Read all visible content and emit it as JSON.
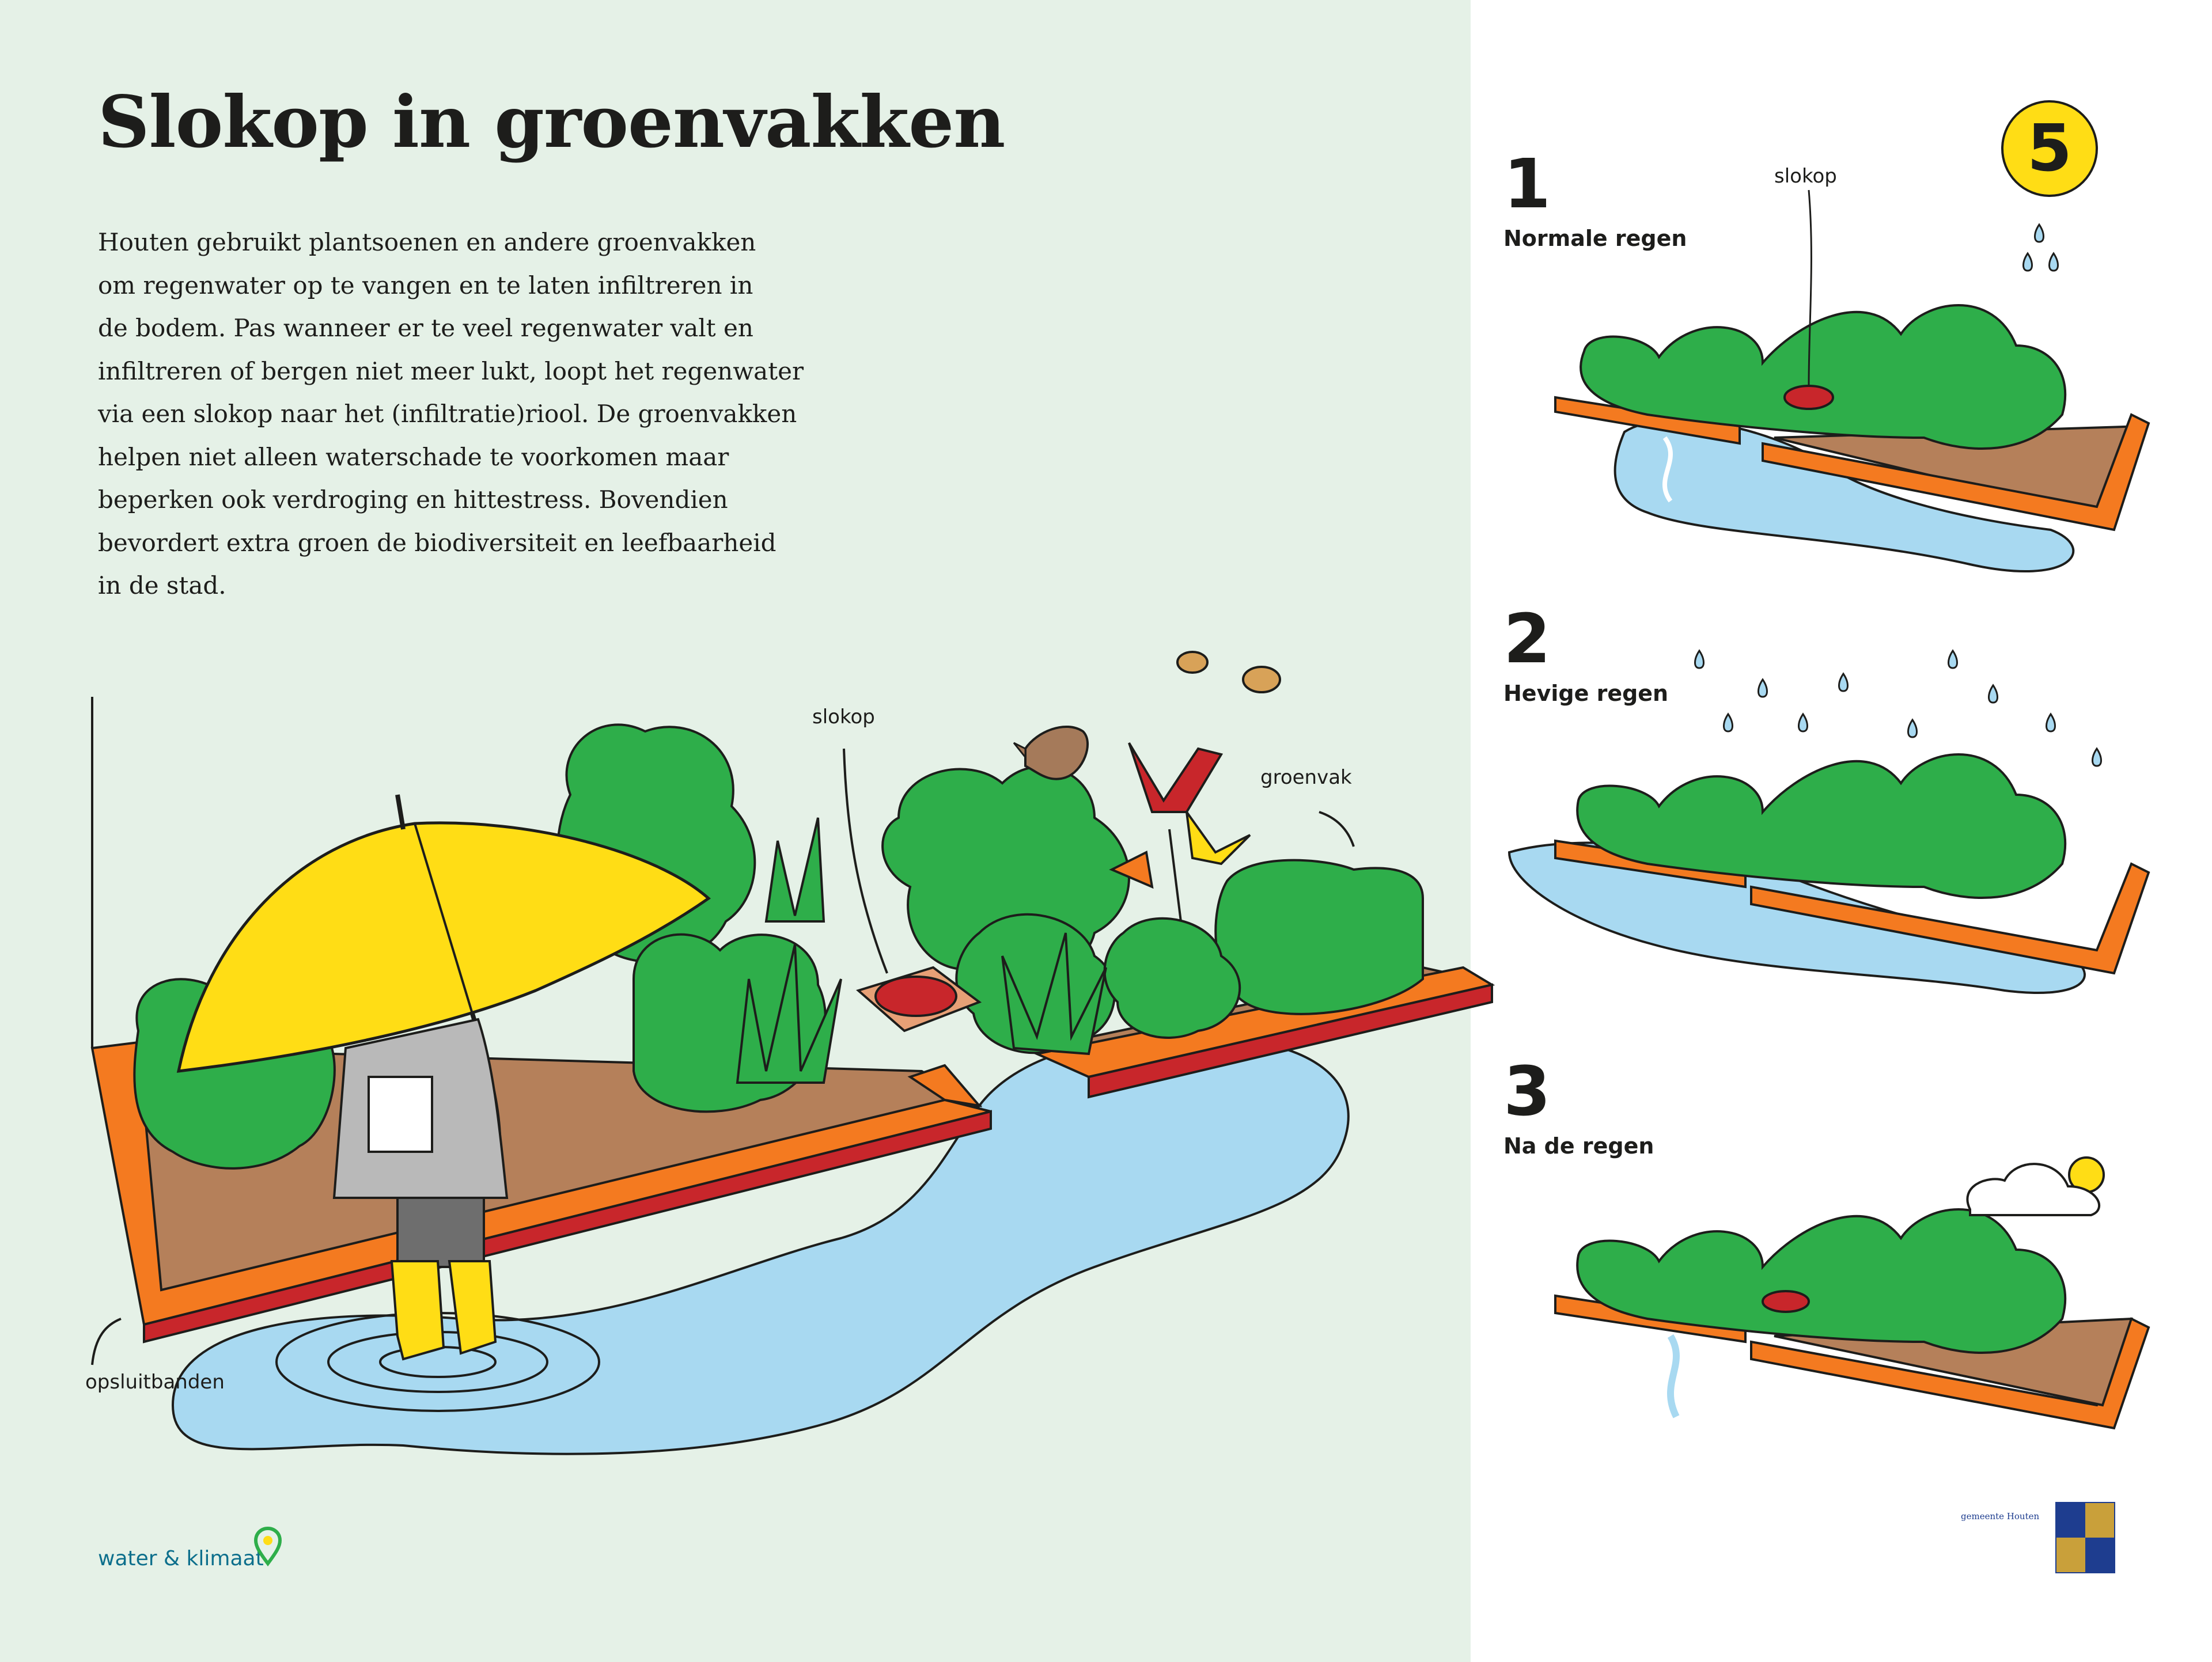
{
  "title": "Slokop in groenvakken",
  "intro_lines": [
    "Houten gebruikt plantsoenen en andere groenvakken",
    "om regenwater op te vangen en te laten infiltreren in",
    "de bodem. Pas wanneer er te veel regenwater valt en",
    "infiltreren of bergen niet meer lukt, loopt het regenwater",
    "via een slokop naar het (infiltratie)riool. De groenvakken",
    "helpen niet alleen waterschade te voorkomen maar",
    "beperken ook verdroging en hittestress. Bovendien",
    "bevordert extra groen de biodiversiteit en leefbaarheid",
    "in de stad."
  ],
  "main_labels": {
    "slokop": "slokop",
    "groenvak": "groenvak",
    "opsluitbanden": "opsluitbanden"
  },
  "badge": "5",
  "steps": [
    {
      "number": "1",
      "title": "Normale regen",
      "label": "slokop"
    },
    {
      "number": "2",
      "title": "Hevige regen"
    },
    {
      "number": "3",
      "title": "Na de regen"
    }
  ],
  "logos": {
    "left": "water & klimaat",
    "right": "gemeente Houten"
  },
  "colors": {
    "background_left": "#e5f1e7",
    "accent_yellow": "#ffdd15",
    "plant_green": "#2eae4a",
    "water_blue": "#a8d9f1",
    "curb_orange": "#f47a20",
    "curb_red": "#c8262b",
    "soil_brown": "#b5805a",
    "coat_grey": "#b9b9b9"
  },
  "icons": [
    "umbrella-icon",
    "bird-icon",
    "bee-icon",
    "raindrop-icon",
    "cloud-sun-icon",
    "arrow-icon",
    "drain-icon",
    "coat-of-arms-icon"
  ]
}
